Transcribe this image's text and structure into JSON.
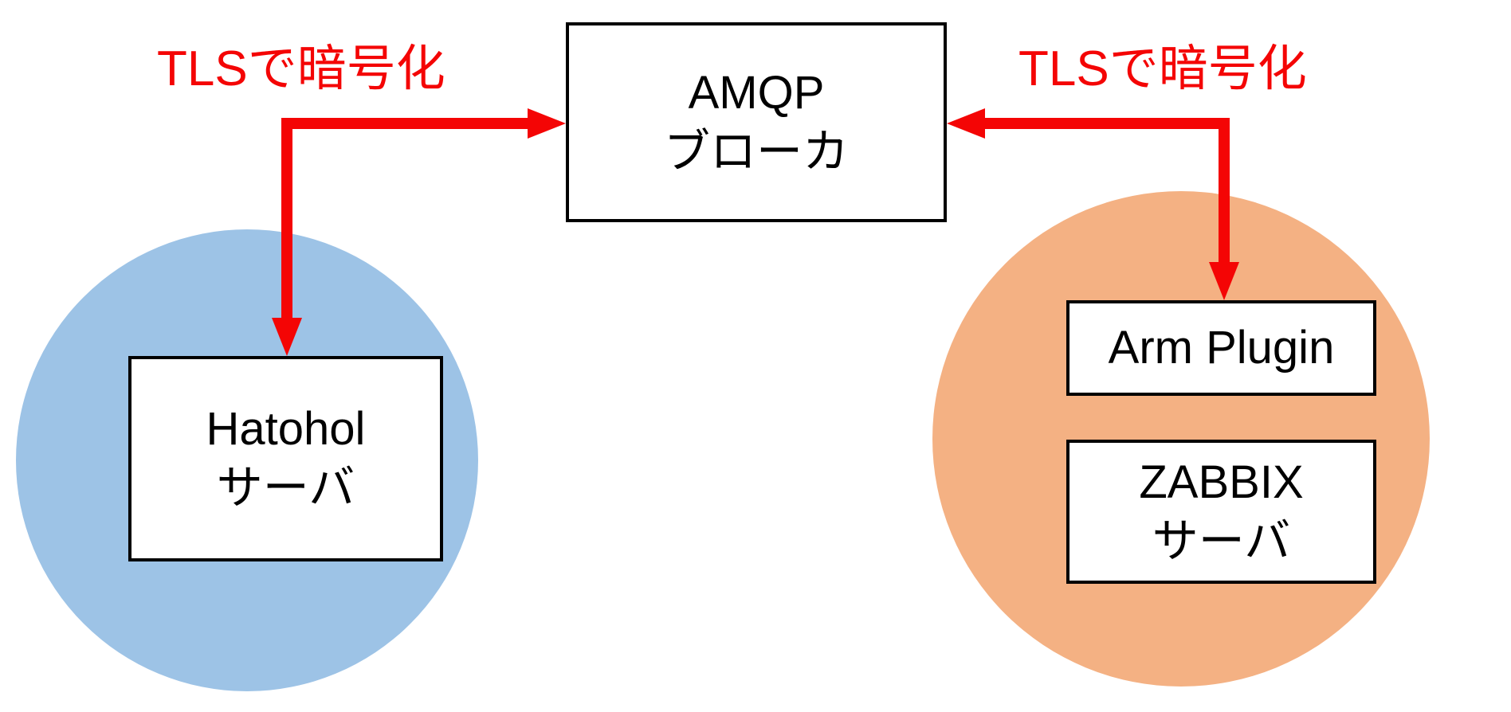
{
  "diagram": {
    "labels": {
      "tls_left": "TLSで暗号化",
      "tls_right": "TLSで暗号化"
    },
    "nodes": {
      "amqp_broker": {
        "line1": "AMQP",
        "line2": "ブローカ"
      },
      "hatohol_server": {
        "line1": "Hatohol",
        "line2": "サーバ"
      },
      "arm_plugin": {
        "label": "Arm Plugin"
      },
      "zabbix_server": {
        "line1": "ZABBIX",
        "line2": "サーバ"
      }
    },
    "groups": {
      "hatohol_zone_color": "#9dc3e6",
      "zabbix_zone_color": "#f4b183"
    },
    "colors": {
      "arrow": "#f40505",
      "label": "#f40505",
      "box_border": "#000000",
      "box_fill": "#ffffff",
      "background": "#ffffff"
    }
  }
}
